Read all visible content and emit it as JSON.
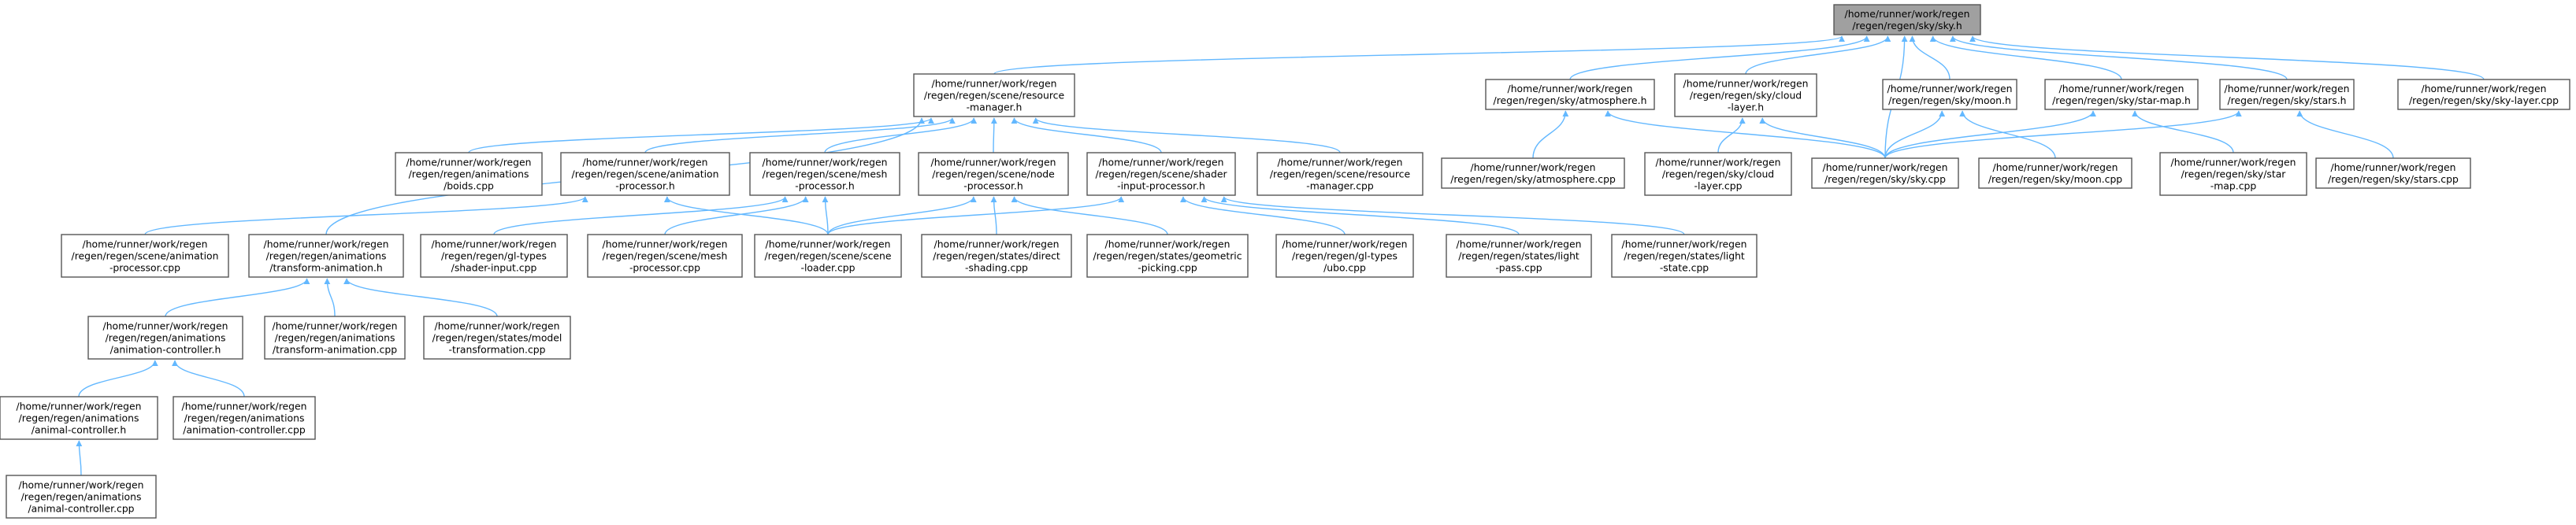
{
  "graph": {
    "edge_color": "#63b8ff",
    "root_fill": "#a0a0a0",
    "node_border": "#555555",
    "nodes": [
      {
        "id": "sky_h",
        "root": true,
        "lines": [
          "/home/runner/work/regen",
          "/regen/regen/sky/sky.h"
        ]
      },
      {
        "id": "resource_manager_h",
        "lines": [
          "/home/runner/work/regen",
          "/regen/regen/scene/resource",
          "-manager.h"
        ]
      },
      {
        "id": "atmosphere_h",
        "lines": [
          "/home/runner/work/regen",
          "/regen/regen/sky/atmosphere.h"
        ]
      },
      {
        "id": "cloud_layer_h",
        "lines": [
          "/home/runner/work/regen",
          "/regen/regen/sky/cloud",
          "-layer.h"
        ]
      },
      {
        "id": "moon_h",
        "lines": [
          "/home/runner/work/regen",
          "/regen/regen/sky/moon.h"
        ]
      },
      {
        "id": "star_map_h",
        "lines": [
          "/home/runner/work/regen",
          "/regen/regen/sky/star-map.h"
        ]
      },
      {
        "id": "stars_h",
        "lines": [
          "/home/runner/work/regen",
          "/regen/regen/sky/stars.h"
        ]
      },
      {
        "id": "sky_layer_cpp",
        "lines": [
          "/home/runner/work/regen",
          "/regen/regen/sky/sky-layer.cpp"
        ]
      },
      {
        "id": "boids_cpp",
        "lines": [
          "/home/runner/work/regen",
          "/regen/regen/animations",
          "/boids.cpp"
        ]
      },
      {
        "id": "animation_processor_h",
        "lines": [
          "/home/runner/work/regen",
          "/regen/regen/scene/animation",
          "-processor.h"
        ]
      },
      {
        "id": "mesh_processor_h",
        "lines": [
          "/home/runner/work/regen",
          "/regen/regen/scene/mesh",
          "-processor.h"
        ]
      },
      {
        "id": "node_processor_h",
        "lines": [
          "/home/runner/work/regen",
          "/regen/regen/scene/node",
          "-processor.h"
        ]
      },
      {
        "id": "shader_input_processor_h",
        "lines": [
          "/home/runner/work/regen",
          "/regen/regen/scene/shader",
          "-input-processor.h"
        ]
      },
      {
        "id": "resource_manager_cpp",
        "lines": [
          "/home/runner/work/regen",
          "/regen/regen/scene/resource",
          "-manager.cpp"
        ]
      },
      {
        "id": "atmosphere_cpp",
        "lines": [
          "/home/runner/work/regen",
          "/regen/regen/sky/atmosphere.cpp"
        ]
      },
      {
        "id": "cloud_layer_cpp",
        "lines": [
          "/home/runner/work/regen",
          "/regen/regen/sky/cloud",
          "-layer.cpp"
        ]
      },
      {
        "id": "sky_cpp",
        "lines": [
          "/home/runner/work/regen",
          "/regen/regen/sky/sky.cpp"
        ]
      },
      {
        "id": "moon_cpp",
        "lines": [
          "/home/runner/work/regen",
          "/regen/regen/sky/moon.cpp"
        ]
      },
      {
        "id": "star_map_cpp",
        "lines": [
          "/home/runner/work/regen",
          "/regen/regen/sky/star",
          "-map.cpp"
        ]
      },
      {
        "id": "stars_cpp",
        "lines": [
          "/home/runner/work/regen",
          "/regen/regen/sky/stars.cpp"
        ]
      },
      {
        "id": "animation_processor_cpp",
        "lines": [
          "/home/runner/work/regen",
          "/regen/regen/scene/animation",
          "-processor.cpp"
        ]
      },
      {
        "id": "transform_animation_h",
        "lines": [
          "/home/runner/work/regen",
          "/regen/regen/animations",
          "/transform-animation.h"
        ]
      },
      {
        "id": "shader_input_cpp",
        "lines": [
          "/home/runner/work/regen",
          "/regen/regen/gl-types",
          "/shader-input.cpp"
        ]
      },
      {
        "id": "mesh_processor_cpp",
        "lines": [
          "/home/runner/work/regen",
          "/regen/regen/scene/mesh",
          "-processor.cpp"
        ]
      },
      {
        "id": "scene_loader_cpp",
        "lines": [
          "/home/runner/work/regen",
          "/regen/regen/scene/scene",
          "-loader.cpp"
        ]
      },
      {
        "id": "direct_shading_cpp",
        "lines": [
          "/home/runner/work/regen",
          "/regen/regen/states/direct",
          "-shading.cpp"
        ]
      },
      {
        "id": "geometric_picking_cpp",
        "lines": [
          "/home/runner/work/regen",
          "/regen/regen/states/geometric",
          "-picking.cpp"
        ]
      },
      {
        "id": "ubo_cpp",
        "lines": [
          "/home/runner/work/regen",
          "/regen/regen/gl-types",
          "/ubo.cpp"
        ]
      },
      {
        "id": "light_pass_cpp",
        "lines": [
          "/home/runner/work/regen",
          "/regen/regen/states/light",
          "-pass.cpp"
        ]
      },
      {
        "id": "light_state_cpp",
        "lines": [
          "/home/runner/work/regen",
          "/regen/regen/states/light",
          "-state.cpp"
        ]
      },
      {
        "id": "animation_controller_h",
        "lines": [
          "/home/runner/work/regen",
          "/regen/regen/animations",
          "/animation-controller.h"
        ]
      },
      {
        "id": "transform_animation_cpp",
        "lines": [
          "/home/runner/work/regen",
          "/regen/regen/animations",
          "/transform-animation.cpp"
        ]
      },
      {
        "id": "model_transformation_cpp",
        "lines": [
          "/home/runner/work/regen",
          "/regen/regen/states/model",
          "-transformation.cpp"
        ]
      },
      {
        "id": "animal_controller_h",
        "lines": [
          "/home/runner/work/regen",
          "/regen/regen/animations",
          "/animal-controller.h"
        ]
      },
      {
        "id": "animation_controller_cpp",
        "lines": [
          "/home/runner/work/regen",
          "/regen/regen/animations",
          "/animation-controller.cpp"
        ]
      },
      {
        "id": "animal_controller_cpp",
        "lines": [
          "/home/runner/work/regen",
          "/regen/regen/animations",
          "/animal-controller.cpp"
        ]
      }
    ],
    "edges": [
      [
        "resource_manager_h",
        "sky_h"
      ],
      [
        "atmosphere_h",
        "sky_h"
      ],
      [
        "cloud_layer_h",
        "sky_h"
      ],
      [
        "moon_h",
        "sky_h"
      ],
      [
        "star_map_h",
        "sky_h"
      ],
      [
        "stars_h",
        "sky_h"
      ],
      [
        "sky_layer_cpp",
        "sky_h"
      ],
      [
        "sky_cpp",
        "sky_h"
      ],
      [
        "boids_cpp",
        "resource_manager_h"
      ],
      [
        "animation_processor_h",
        "resource_manager_h"
      ],
      [
        "mesh_processor_h",
        "resource_manager_h"
      ],
      [
        "node_processor_h",
        "resource_manager_h"
      ],
      [
        "shader_input_processor_h",
        "resource_manager_h"
      ],
      [
        "resource_manager_cpp",
        "resource_manager_h"
      ],
      [
        "transform_animation_h",
        "resource_manager_h"
      ],
      [
        "atmosphere_cpp",
        "atmosphere_h"
      ],
      [
        "sky_cpp",
        "atmosphere_h"
      ],
      [
        "cloud_layer_cpp",
        "cloud_layer_h"
      ],
      [
        "sky_cpp",
        "cloud_layer_h"
      ],
      [
        "sky_cpp",
        "moon_h"
      ],
      [
        "moon_cpp",
        "moon_h"
      ],
      [
        "sky_cpp",
        "star_map_h"
      ],
      [
        "star_map_cpp",
        "star_map_h"
      ],
      [
        "sky_cpp",
        "stars_h"
      ],
      [
        "stars_cpp",
        "stars_h"
      ],
      [
        "animation_processor_cpp",
        "animation_processor_h"
      ],
      [
        "scene_loader_cpp",
        "animation_processor_h"
      ],
      [
        "shader_input_cpp",
        "mesh_processor_h"
      ],
      [
        "mesh_processor_cpp",
        "mesh_processor_h"
      ],
      [
        "scene_loader_cpp",
        "mesh_processor_h"
      ],
      [
        "scene_loader_cpp",
        "node_processor_h"
      ],
      [
        "direct_shading_cpp",
        "node_processor_h"
      ],
      [
        "geometric_picking_cpp",
        "node_processor_h"
      ],
      [
        "scene_loader_cpp",
        "shader_input_processor_h"
      ],
      [
        "ubo_cpp",
        "shader_input_processor_h"
      ],
      [
        "light_pass_cpp",
        "shader_input_processor_h"
      ],
      [
        "light_state_cpp",
        "shader_input_processor_h"
      ],
      [
        "animation_controller_h",
        "transform_animation_h"
      ],
      [
        "transform_animation_cpp",
        "transform_animation_h"
      ],
      [
        "model_transformation_cpp",
        "transform_animation_h"
      ],
      [
        "animal_controller_h",
        "animation_controller_h"
      ],
      [
        "animation_controller_cpp",
        "animation_controller_h"
      ],
      [
        "animal_controller_cpp",
        "animal_controller_h"
      ]
    ]
  }
}
